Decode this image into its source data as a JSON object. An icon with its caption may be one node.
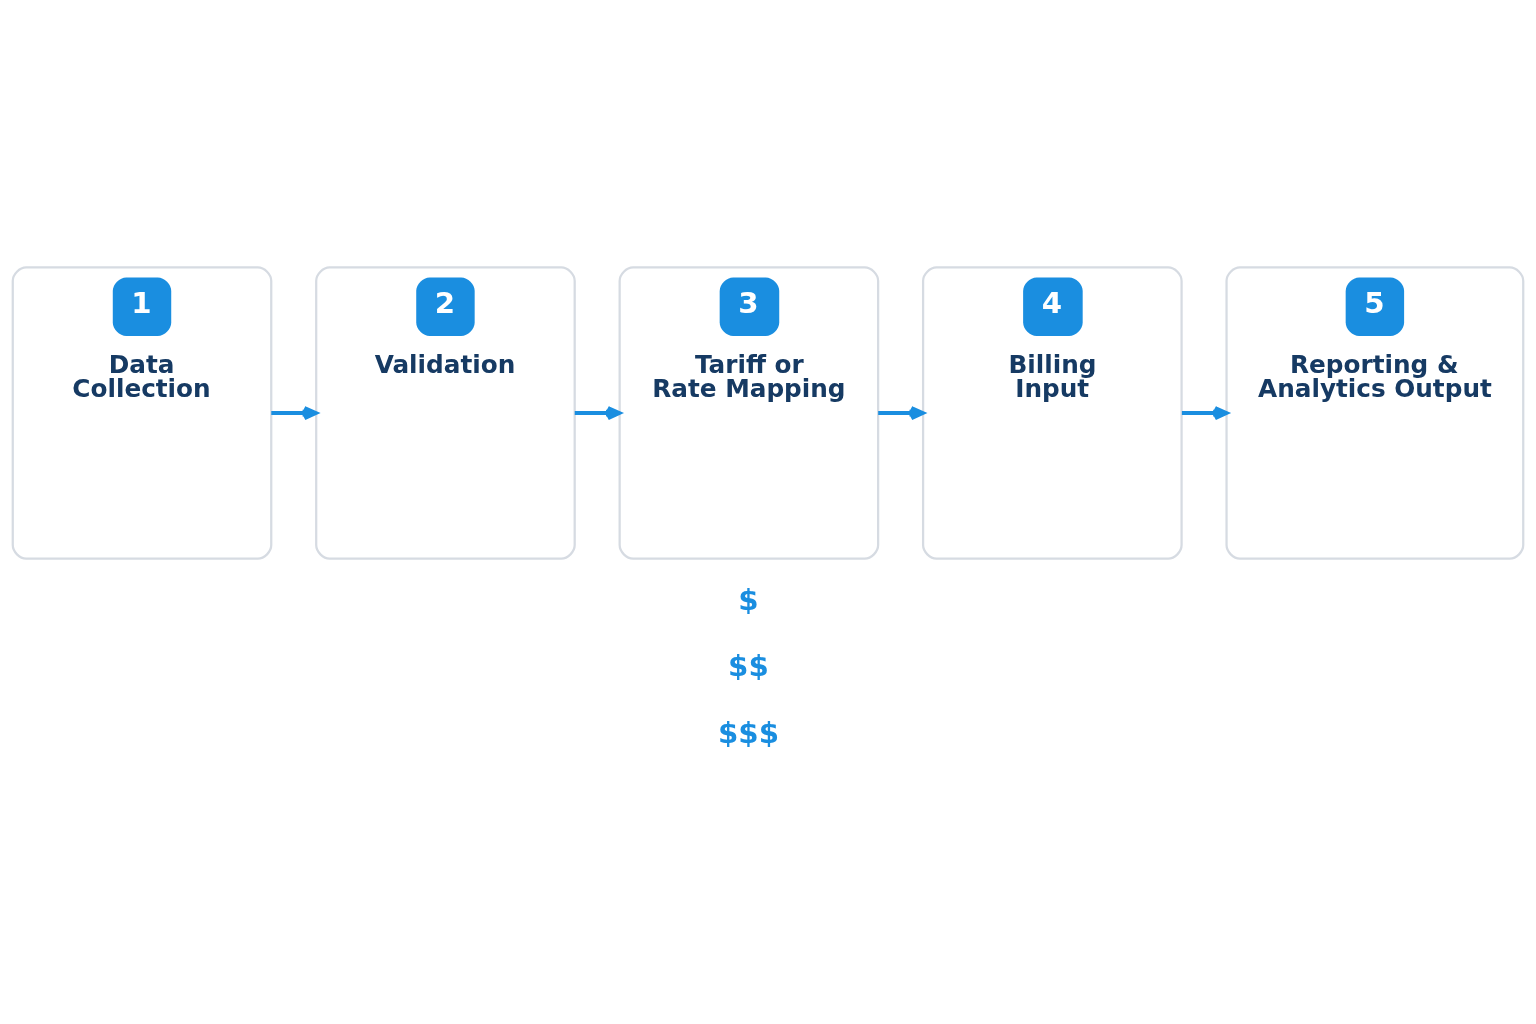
{
  "diagram": {
    "nodes": [
      {
        "text": [
          "1",
          "Data Collection"
        ]
      },
      {
        "text": [
          "2",
          "Validation"
        ]
      },
      {
        "text": [
          "3",
          "Tariff or Rate Mapping"
        ]
      },
      {
        "text": [
          "4",
          "Billing Input"
        ]
      },
      {
        "text": [
          "5",
          "Reporting & Analytics Output"
        ]
      }
    ],
    "edges": [
      {
        "from": 0,
        "to": 1,
        "arrow": "to"
      },
      {
        "from": 1,
        "to": 2,
        "arrow": "to"
      },
      {
        "from": 2,
        "to": 3,
        "arrow": "to"
      },
      {
        "from": 3,
        "to": 4,
        "arrow": "to"
      }
    ],
    "labels": [
      "$",
      "$$",
      "$$$"
    ]
  }
}
